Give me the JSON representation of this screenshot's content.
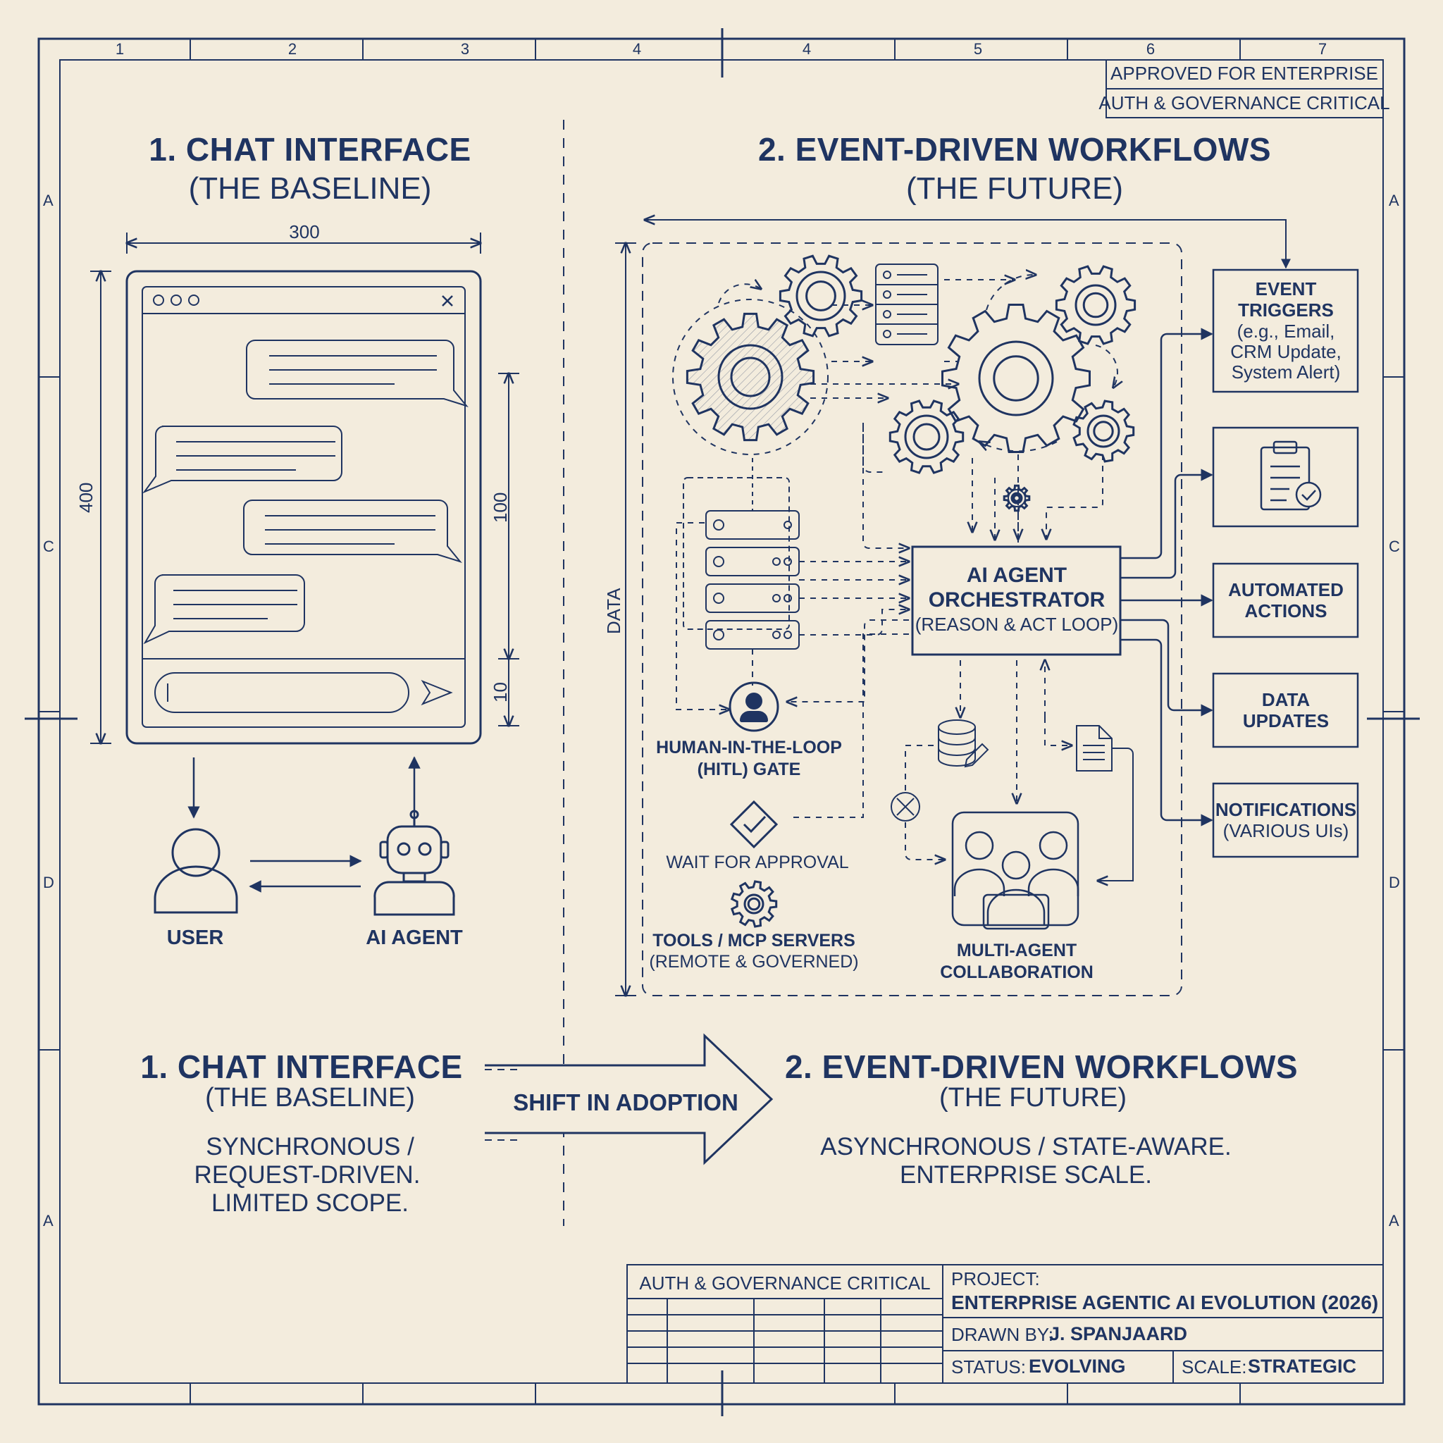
{
  "stamp": {
    "line1": "APPROVED FOR ENTERPRISE",
    "line2": "AUTH & GOVERNANCE CRITICAL"
  },
  "grid": {
    "cols": [
      "1",
      "2",
      "3",
      "4",
      "4",
      "5",
      "6",
      "7"
    ],
    "left_rows": [
      "A",
      "C",
      "D",
      "A"
    ],
    "right_rows": [
      "A",
      "C",
      "D",
      "A"
    ]
  },
  "left": {
    "title": "1. CHAT INTERFACE",
    "subtitle": "(THE BASELINE)",
    "dim_width": "300",
    "dim_height": "400",
    "dim_msgs": "100",
    "dim_input": "10",
    "user_label": "USER",
    "agent_label": "AI AGENT"
  },
  "right": {
    "title": "2. EVENT-DRIVEN WORKFLOWS",
    "subtitle": "(THE FUTURE)",
    "data_label": "DATA",
    "orchestrator": {
      "line1": "AI AGENT",
      "line2": "ORCHESTRATOR",
      "line3": "(REASON & ACT LOOP)"
    },
    "hitl": {
      "line1": "HUMAN-IN-THE-LOOP",
      "line2": "(HITL) GATE"
    },
    "wait": "WAIT FOR APPROVAL",
    "tools": {
      "line1": "TOOLS / MCP SERVERS",
      "line2": "(REMOTE & GOVERNED)"
    },
    "multi": {
      "line1": "MULTI-AGENT",
      "line2": "COLLABORATION"
    },
    "outputs": {
      "event_triggers": {
        "line1": "EVENT",
        "line2": "TRIGGERS",
        "line3": "(e.g., Email,",
        "line4": "CRM Update,",
        "line5": "System Alert)"
      },
      "automated_actions": {
        "line1": "AUTOMATED",
        "line2": "ACTIONS"
      },
      "data_updates": {
        "line1": "DATA",
        "line2": "UPDATES"
      },
      "notifications": {
        "line1": "NOTIFICATIONS",
        "line2": "(VARIOUS UIs)"
      }
    }
  },
  "bottom": {
    "left_title": "1. CHAT INTERFACE",
    "left_subtitle": "(THE BASELINE)",
    "left_desc": [
      "SYNCHRONOUS /",
      "REQUEST-DRIVEN.",
      "LIMITED SCOPE."
    ],
    "shift": "SHIFT IN ADOPTION",
    "right_title": "2. EVENT-DRIVEN WORKFLOWS",
    "right_subtitle": "(THE FUTURE)",
    "right_desc": [
      "ASYNCHRONOUS / STATE-AWARE.",
      "ENTERPRISE SCALE."
    ]
  },
  "title_block": {
    "auth": "AUTH & GOVERNANCE CRITICAL",
    "project_label": "PROJECT:",
    "project_value": "ENTERPRISE AGENTIC AI EVOLUTION (2026)",
    "drawn_label": "DRAWN BY:",
    "drawn_value": "J. SPANJAARD",
    "status_label": "STATUS:",
    "status_value": "EVOLVING",
    "scale_label": "SCALE:",
    "scale_value": "STRATEGIC"
  },
  "colors": {
    "ink": "#1f3461",
    "paper": "#f3ecdd"
  }
}
